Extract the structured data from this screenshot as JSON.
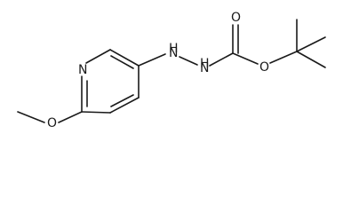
{
  "molecule": {
    "atoms": {
      "pyridine_n": "N",
      "hydrazine_nh_upper": "H",
      "hydrazine_n_upper": "N",
      "hydrazine_nh_lower": "H",
      "hydrazine_n_lower": "N",
      "carbonyl_o": "O",
      "ester_o": "O",
      "methoxy_o": "O"
    }
  }
}
